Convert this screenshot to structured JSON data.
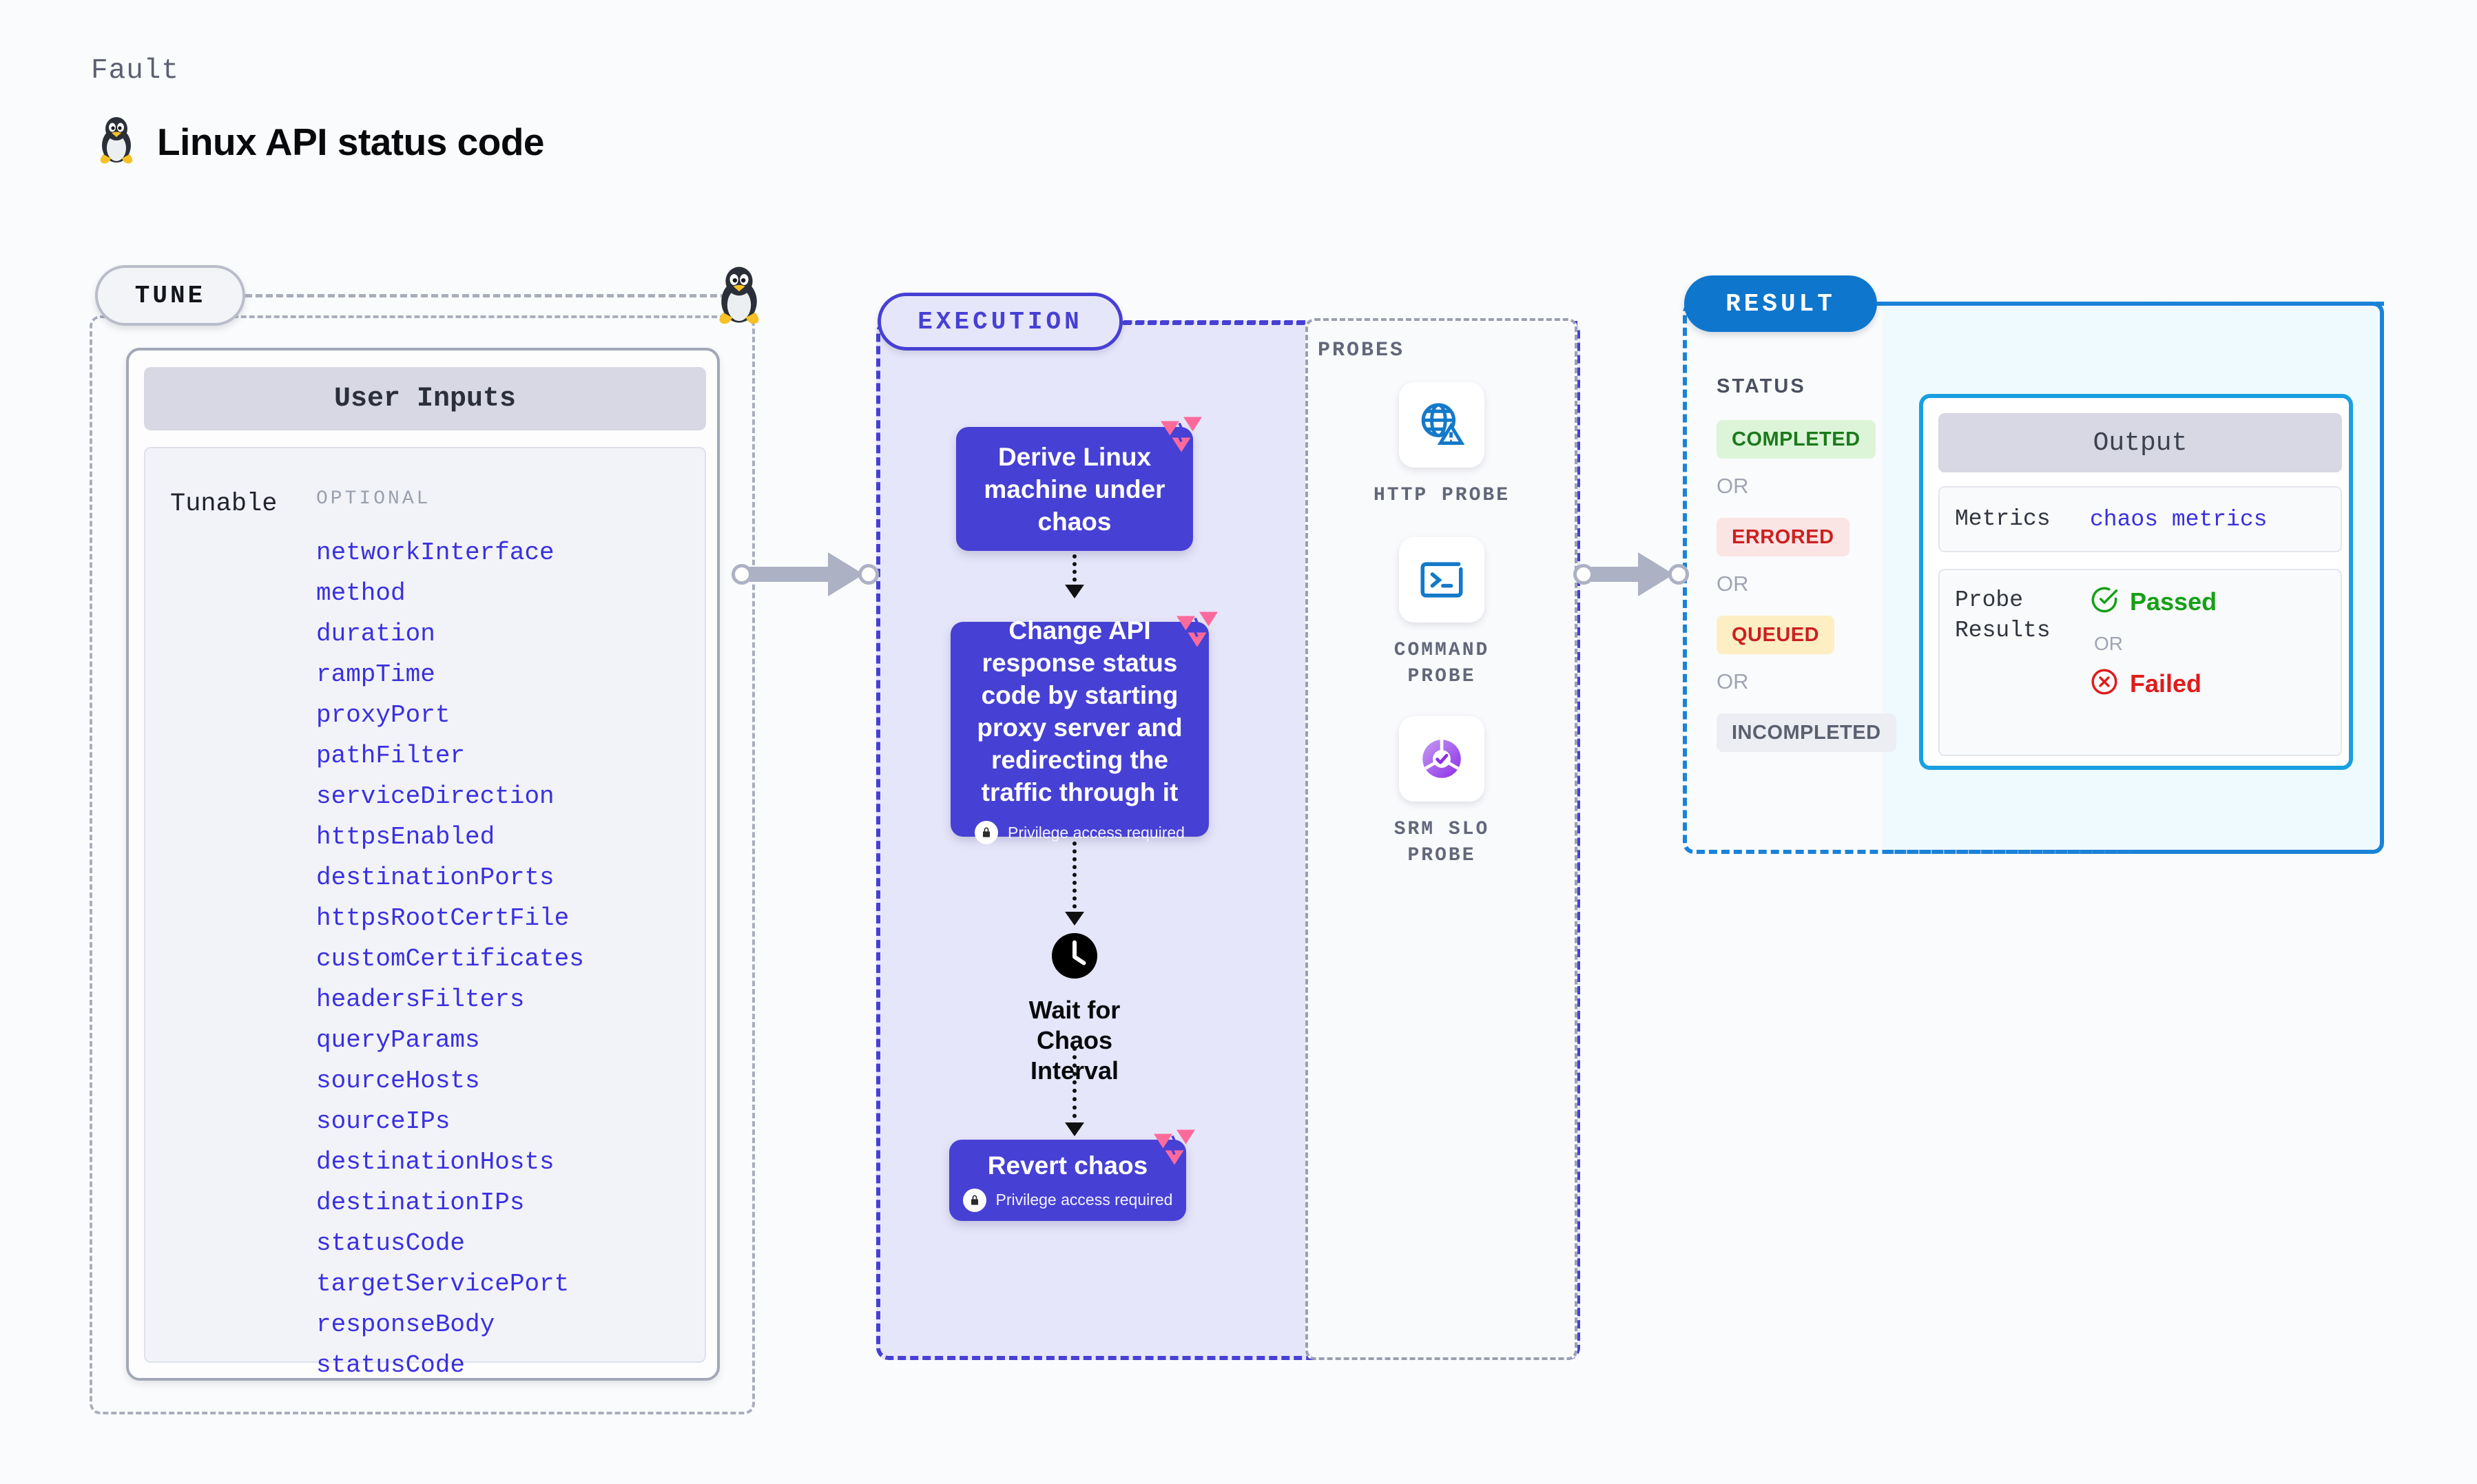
{
  "header": {
    "kicker": "Fault",
    "title": "Linux API status code",
    "os_icon": "linux-penguin-icon"
  },
  "tune": {
    "pill_label": "TUNE",
    "card_title": "User Inputs",
    "tunable_label": "Tunable",
    "optional_label": "OPTIONAL",
    "parameters": [
      "networkInterface",
      "method",
      "duration",
      "rampTime",
      "proxyPort",
      "pathFilter",
      "serviceDirection",
      "httpsEnabled",
      "destinationPorts",
      "httpsRootCertFile",
      "customCertificates",
      "headersFilters",
      "queryParams",
      "sourceHosts",
      "sourceIPs",
      "destinationHosts",
      "destinationIPs",
      "statusCode",
      "targetServicePort",
      "responseBody",
      "statusCode"
    ]
  },
  "execution": {
    "pill_label": "EXECUTION",
    "steps": [
      {
        "title": "Derive Linux machine under chaos",
        "privilege": null,
        "marked": true
      },
      {
        "title": "Change API response status code by starting proxy server and redirecting the traffic through it",
        "privilege": "Privilege access required",
        "marked": true
      },
      {
        "title": "Revert chaos",
        "privilege": "Privilege access required",
        "marked": true
      }
    ],
    "wait_node": {
      "label": "Wait for Chaos Interval",
      "icon": "clock-icon"
    }
  },
  "probes": {
    "title": "PROBES",
    "items": [
      {
        "label": "HTTP PROBE",
        "icon": "globe-warning-icon"
      },
      {
        "label": "COMMAND PROBE",
        "icon": "terminal-icon"
      },
      {
        "label": "SRM SLO PROBE",
        "icon": "slo-donut-icon"
      }
    ]
  },
  "result": {
    "pill_label": "RESULT",
    "status_title": "STATUS",
    "or_label": "OR",
    "statuses": [
      {
        "label": "COMPLETED",
        "bg": "#dcf5d8",
        "fg": "#1b7a1b"
      },
      {
        "label": "ERRORED",
        "bg": "#fbe4e4",
        "fg": "#cc2020"
      },
      {
        "label": "QUEUED",
        "bg": "#fdeec4",
        "fg": "#cc2020"
      },
      {
        "label": "INCOMPLETED",
        "bg": "#eceef3",
        "fg": "#5a6070"
      }
    ],
    "output": {
      "title": "Output",
      "metrics_key": "Metrics",
      "metrics_value": "chaos metrics",
      "probe_results_key": "Probe Results",
      "passed_label": "Passed",
      "failed_label": "Failed",
      "or_label": "OR"
    }
  },
  "colors": {
    "accent_purple": "#4740d4",
    "accent_blue": "#0f76cd",
    "output_border": "#1a9fe0",
    "param_text": "#3a30e0",
    "chaos_mark": "#fc6a9c"
  }
}
